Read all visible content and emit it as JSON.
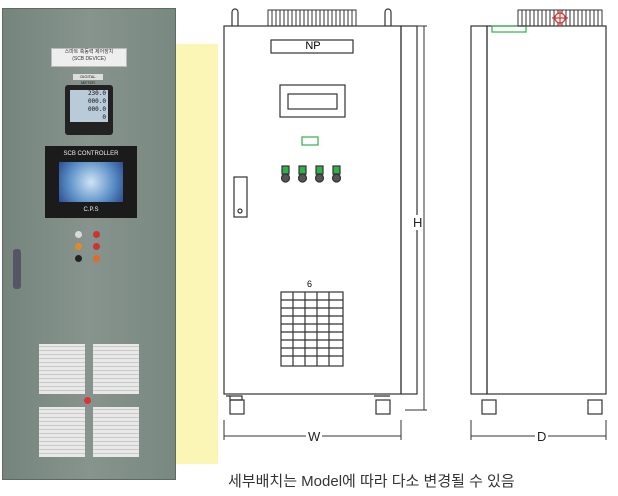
{
  "photo": {
    "label_plate": {
      "line1": "스마트 축동력 제어장치",
      "line2": "(SCB DEVICE)"
    },
    "digital_meter_label": "DIGITAL METER",
    "meter_values": [
      "230.0",
      "000.0",
      "000.0",
      "0"
    ],
    "controller_title": "SCB CONTROLLER",
    "controller_brand": "C.P.S"
  },
  "drawing": {
    "nameplate": "NP",
    "vent_label": "6",
    "height_label": "H",
    "width_label": "W",
    "depth_label": "D"
  },
  "caption": "세부배치는 Model에 따라 다소 변경될 수 있음",
  "colors": {
    "accent_green": "#2fb04a",
    "marker_red": "#e23030",
    "highlight_yellow": "#fbf6b5"
  }
}
